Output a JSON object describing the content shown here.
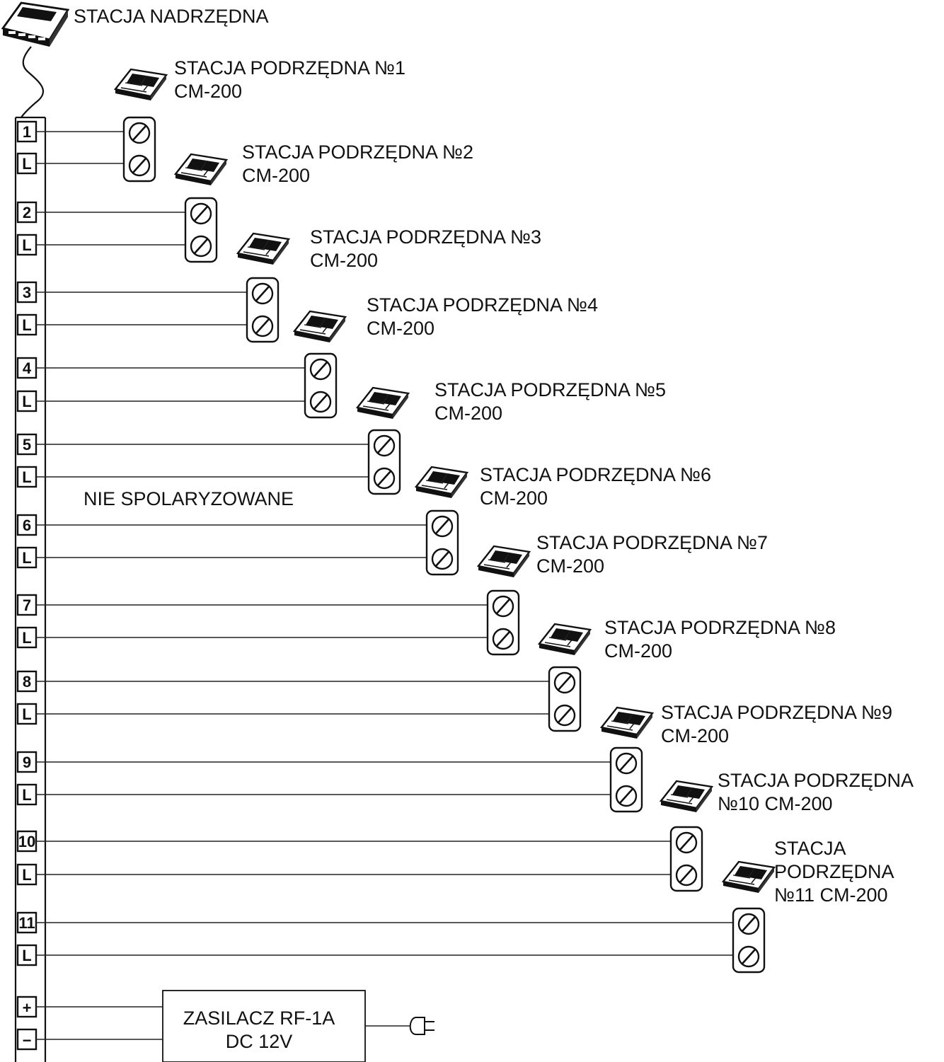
{
  "master": {
    "label": "STACJA NADRZĘDNA",
    "icon": "master-station-icon"
  },
  "note": "NIE SPOLARYZOWANE",
  "slaves": [
    {
      "terminal": "1",
      "line_terminal": "L",
      "lines": [
        "STACJA PODRZĘDNA №1",
        "CM-200"
      ]
    },
    {
      "terminal": "2",
      "line_terminal": "L",
      "lines": [
        "STACJA PODRZĘDNA №2",
        "CM-200"
      ]
    },
    {
      "terminal": "3",
      "line_terminal": "L",
      "lines": [
        "STACJA PODRZĘDNA №3",
        "CM-200"
      ]
    },
    {
      "terminal": "4",
      "line_terminal": "L",
      "lines": [
        "STACJA PODRZĘDNA №4",
        "CM-200"
      ]
    },
    {
      "terminal": "5",
      "line_terminal": "L",
      "lines": [
        "STACJA PODRZĘDNA №5",
        "CM-200"
      ]
    },
    {
      "terminal": "6",
      "line_terminal": "L",
      "lines": [
        "STACJA PODRZĘDNA №6",
        "CM-200"
      ]
    },
    {
      "terminal": "7",
      "line_terminal": "L",
      "lines": [
        "STACJA PODRZĘDNA №7",
        "CM-200"
      ]
    },
    {
      "terminal": "8",
      "line_terminal": "L",
      "lines": [
        "STACJA PODRZĘDNA №8",
        "CM-200"
      ]
    },
    {
      "terminal": "9",
      "line_terminal": "L",
      "lines": [
        "STACJA PODRZĘDNA №9",
        "CM-200"
      ]
    },
    {
      "terminal": "10",
      "line_terminal": "L",
      "lines": [
        "STACJA PODRZĘDNA",
        "№10 CM-200"
      ]
    },
    {
      "terminal": "11",
      "line_terminal": "L",
      "lines": [
        "STACJA",
        "PODRZĘDNA",
        "№11 CM-200"
      ]
    }
  ],
  "power": {
    "plus": "+",
    "minus": "−",
    "lines": [
      "ZASILACZ RF-1A",
      "DC 12V"
    ],
    "plug_icon": "plug-icon"
  },
  "colors": {
    "ink": "#111111",
    "paper": "#ffffff"
  }
}
